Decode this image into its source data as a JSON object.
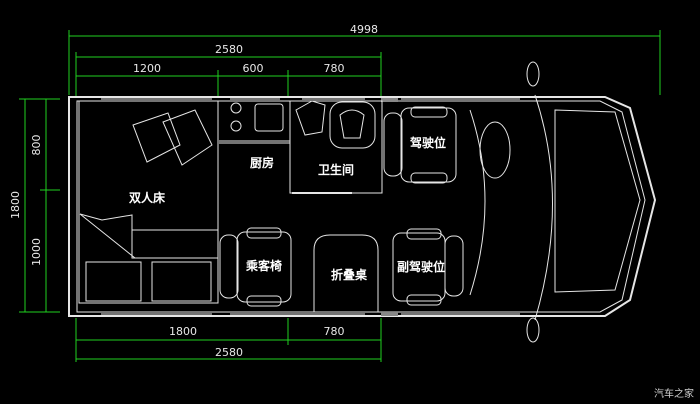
{
  "dimensions": {
    "total_length": "4998",
    "top_living_length": "2580",
    "top_segments": [
      "1200",
      "600",
      "780"
    ],
    "bottom_segments": [
      "1800",
      "780"
    ],
    "bottom_living_length": "2580",
    "total_width": "1800",
    "width_segments": [
      "800",
      "1000"
    ]
  },
  "rooms": {
    "bed": "双人床",
    "kitchen": "厨房",
    "bathroom": "卫生间",
    "driver_seat": "驾驶位",
    "passenger_chair": "乘客椅",
    "folding_table": "折叠桌",
    "co_driver_seat": "副驾驶位"
  },
  "watermark": "汽车之家",
  "colors": {
    "dimension": "#1fd11f",
    "outline": "#e6e6e6",
    "background": "#000000"
  }
}
